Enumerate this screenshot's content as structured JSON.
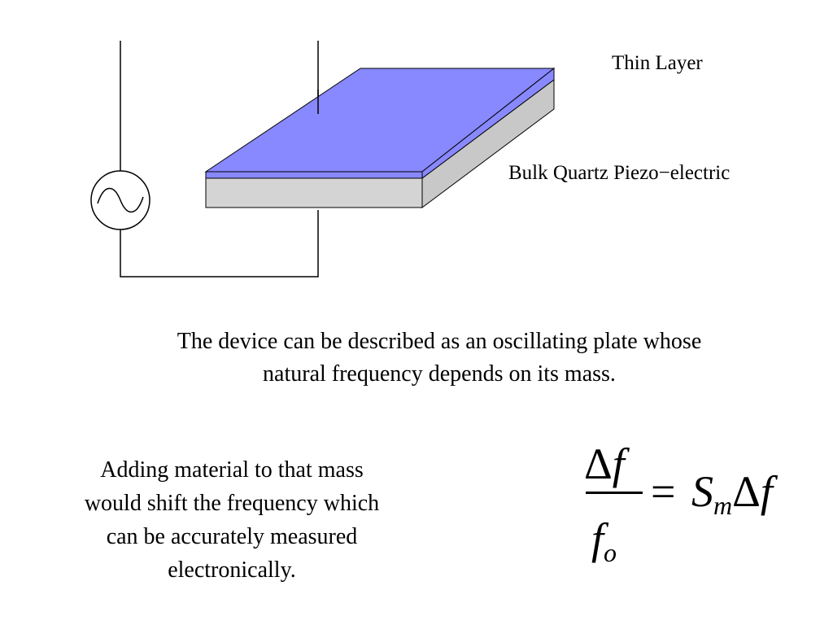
{
  "diagram": {
    "labels": {
      "thin_layer": "Thin Layer",
      "bulk": "Bulk Quartz Piezo−electric"
    },
    "colors": {
      "thin_layer": "#8888ff",
      "bulk": "#d4d4d4",
      "wire": "#000000"
    }
  },
  "description": {
    "line1": "The device can be described as an oscillating plate whose",
    "line2": "natural frequency depends on its mass."
  },
  "note": {
    "line1": "Adding material to that mass",
    "line2": "would shift the frequency which",
    "line3": "can be accurately measured",
    "line4": "electronically."
  },
  "equation": {
    "delta": "Δ",
    "numerator_var": "f",
    "denominator_var": "f",
    "denominator_sub": "o",
    "equals": "=",
    "rhs_var": "S",
    "rhs_sub": "m",
    "rhs_delta": "Δ",
    "rhs_tail": "f"
  }
}
